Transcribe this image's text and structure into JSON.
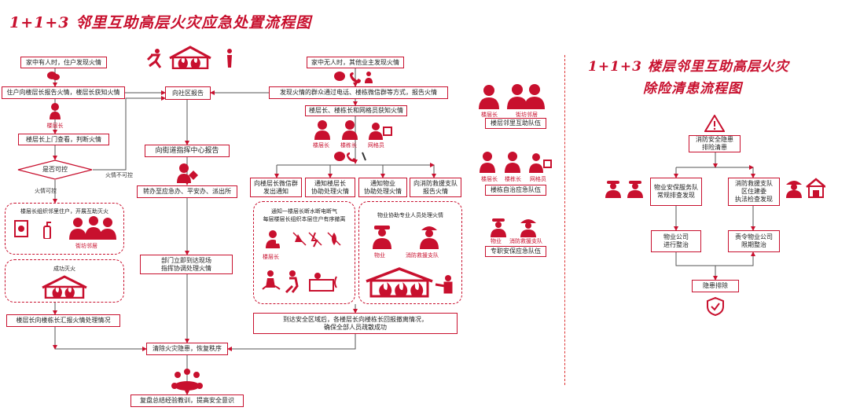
{
  "left": {
    "title": "1+1+3 邻里互助高层火灾应急处置流程图",
    "b_home_someone": "家中有人时，住户发现火情",
    "b_report_floor": "住户向楼层长报告火情，楼层长获知火情",
    "l_floor_leader": "楼层长",
    "b_check": "楼层长上门查看，判断火情",
    "d_controllable": "是否可控",
    "l_controllable": "火情可控",
    "l_uncontrollable": "火情不可控",
    "b_organize": "楼层长组织邻里住户，开展互助灭火",
    "l_neighbors": "街坊邻居",
    "l_success": "成功灭火",
    "b_report_building": "楼层长向楼栋长汇报火情处理情况",
    "b_community": "向社区报告",
    "b_street": "向街道指挥中心报告",
    "b_transfer": "转办至应急办、平安办、派出所",
    "b_dept": "部门立即到达现场\n指挥协调处理火情",
    "b_home_none": "家中无人时，其他业主发现火情",
    "b_mass": "发现火情的群众通过电话、楼栋微信群等方式，报告火情",
    "b_know": "楼层长、楼栋长和网格员获知火情",
    "l_role1": "楼层长",
    "l_role2": "楼栋长",
    "l_role3": "网格员",
    "b_wechat": "向楼层长微信群\n发出通知",
    "b_notify_floor": "通知楼层长\n协助处理火情",
    "b_notify_property": "通知物业\n协助处理火情",
    "b_fire_team": "向消防救援支队\n报告火情",
    "t_evac": "通知一楼层长断水断电断气\n每层楼层长组织本层住户有序撤离",
    "l_evac_role": "楼层长",
    "t_property": "物业协助专业人员处理火情",
    "l_property": "物业",
    "l_fire": "消防救援支队",
    "b_safe": "到达安全区域后，各楼层长向楼栋长回报撤离情况，\n确保全部人员疏散成功",
    "b_clear": "清除火灾隐患，恢复秩序",
    "b_summary": "复盘总结经验教训，提高安全意识"
  },
  "teams": {
    "t1_roles": [
      "楼层长",
      "街坊邻居"
    ],
    "t1": "楼层邻里互助队伍",
    "t2_roles": [
      "楼层长",
      "楼栋长",
      "网格员"
    ],
    "t2": "楼栋自治应急队伍",
    "t3_roles": [
      "物业",
      "消防救援支队"
    ],
    "t3": "专职安保应急队伍"
  },
  "right": {
    "title_line1": "1+1+3 楼层邻里互助高层火灾",
    "title_line2": "除险清患流程图",
    "b_hazard": "消防安全隐患\n排险清患",
    "b_security": "物业安保服务队\n常规排查发现",
    "b_firecheck": "消防救援支队\n区住建委\n执法检查发现",
    "b_prop_fix": "物业公司\n进行整治",
    "b_order_fix": "责令物业公司\n限期整治",
    "b_removed": "隐患排除"
  },
  "colors": {
    "accent": "#c8102e"
  }
}
